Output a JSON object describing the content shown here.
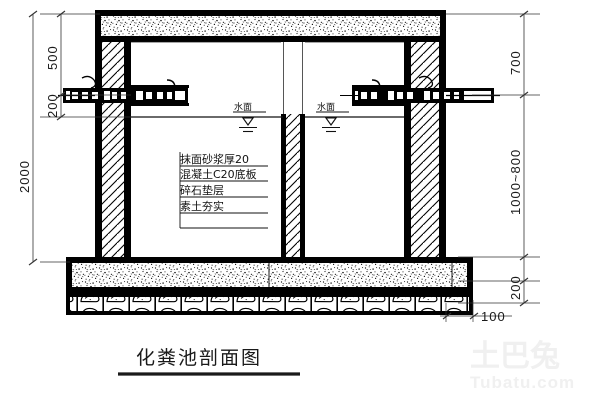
{
  "drawing": {
    "title": "化粪池剖面图",
    "title_translit": "Septic Tank Section Drawing",
    "background_color": "#ffffff",
    "line_color": "#000000",
    "dim_color": "#1a1a1a"
  },
  "dimensions": {
    "left": [
      {
        "value": "500",
        "orientation": "vertical"
      },
      {
        "value": "200",
        "orientation": "vertical"
      },
      {
        "value": "2000",
        "orientation": "vertical"
      }
    ],
    "right": [
      {
        "value": "700",
        "orientation": "vertical"
      },
      {
        "value": "1000~800",
        "orientation": "vertical"
      },
      {
        "value": "200",
        "orientation": "vertical"
      }
    ],
    "bottom": [
      {
        "value": "100",
        "orientation": "horizontal"
      }
    ]
  },
  "annotations": {
    "water_level_left": "水面",
    "water_level_right": "水面",
    "notes": [
      "抹面砂浆厚20",
      "混凝土C20底板",
      "碎石垫层",
      "素土夯实"
    ]
  },
  "watermark": {
    "logo_text": "土巴兔",
    "site_text": "Tubatu.com",
    "color": "#f0f0f0"
  },
  "layers": {
    "top_slab": "concrete-stipple",
    "walls": "diagonal-hatch-45",
    "base_slab": "concrete-stipple",
    "gravel_bed": "rubble-stone"
  }
}
